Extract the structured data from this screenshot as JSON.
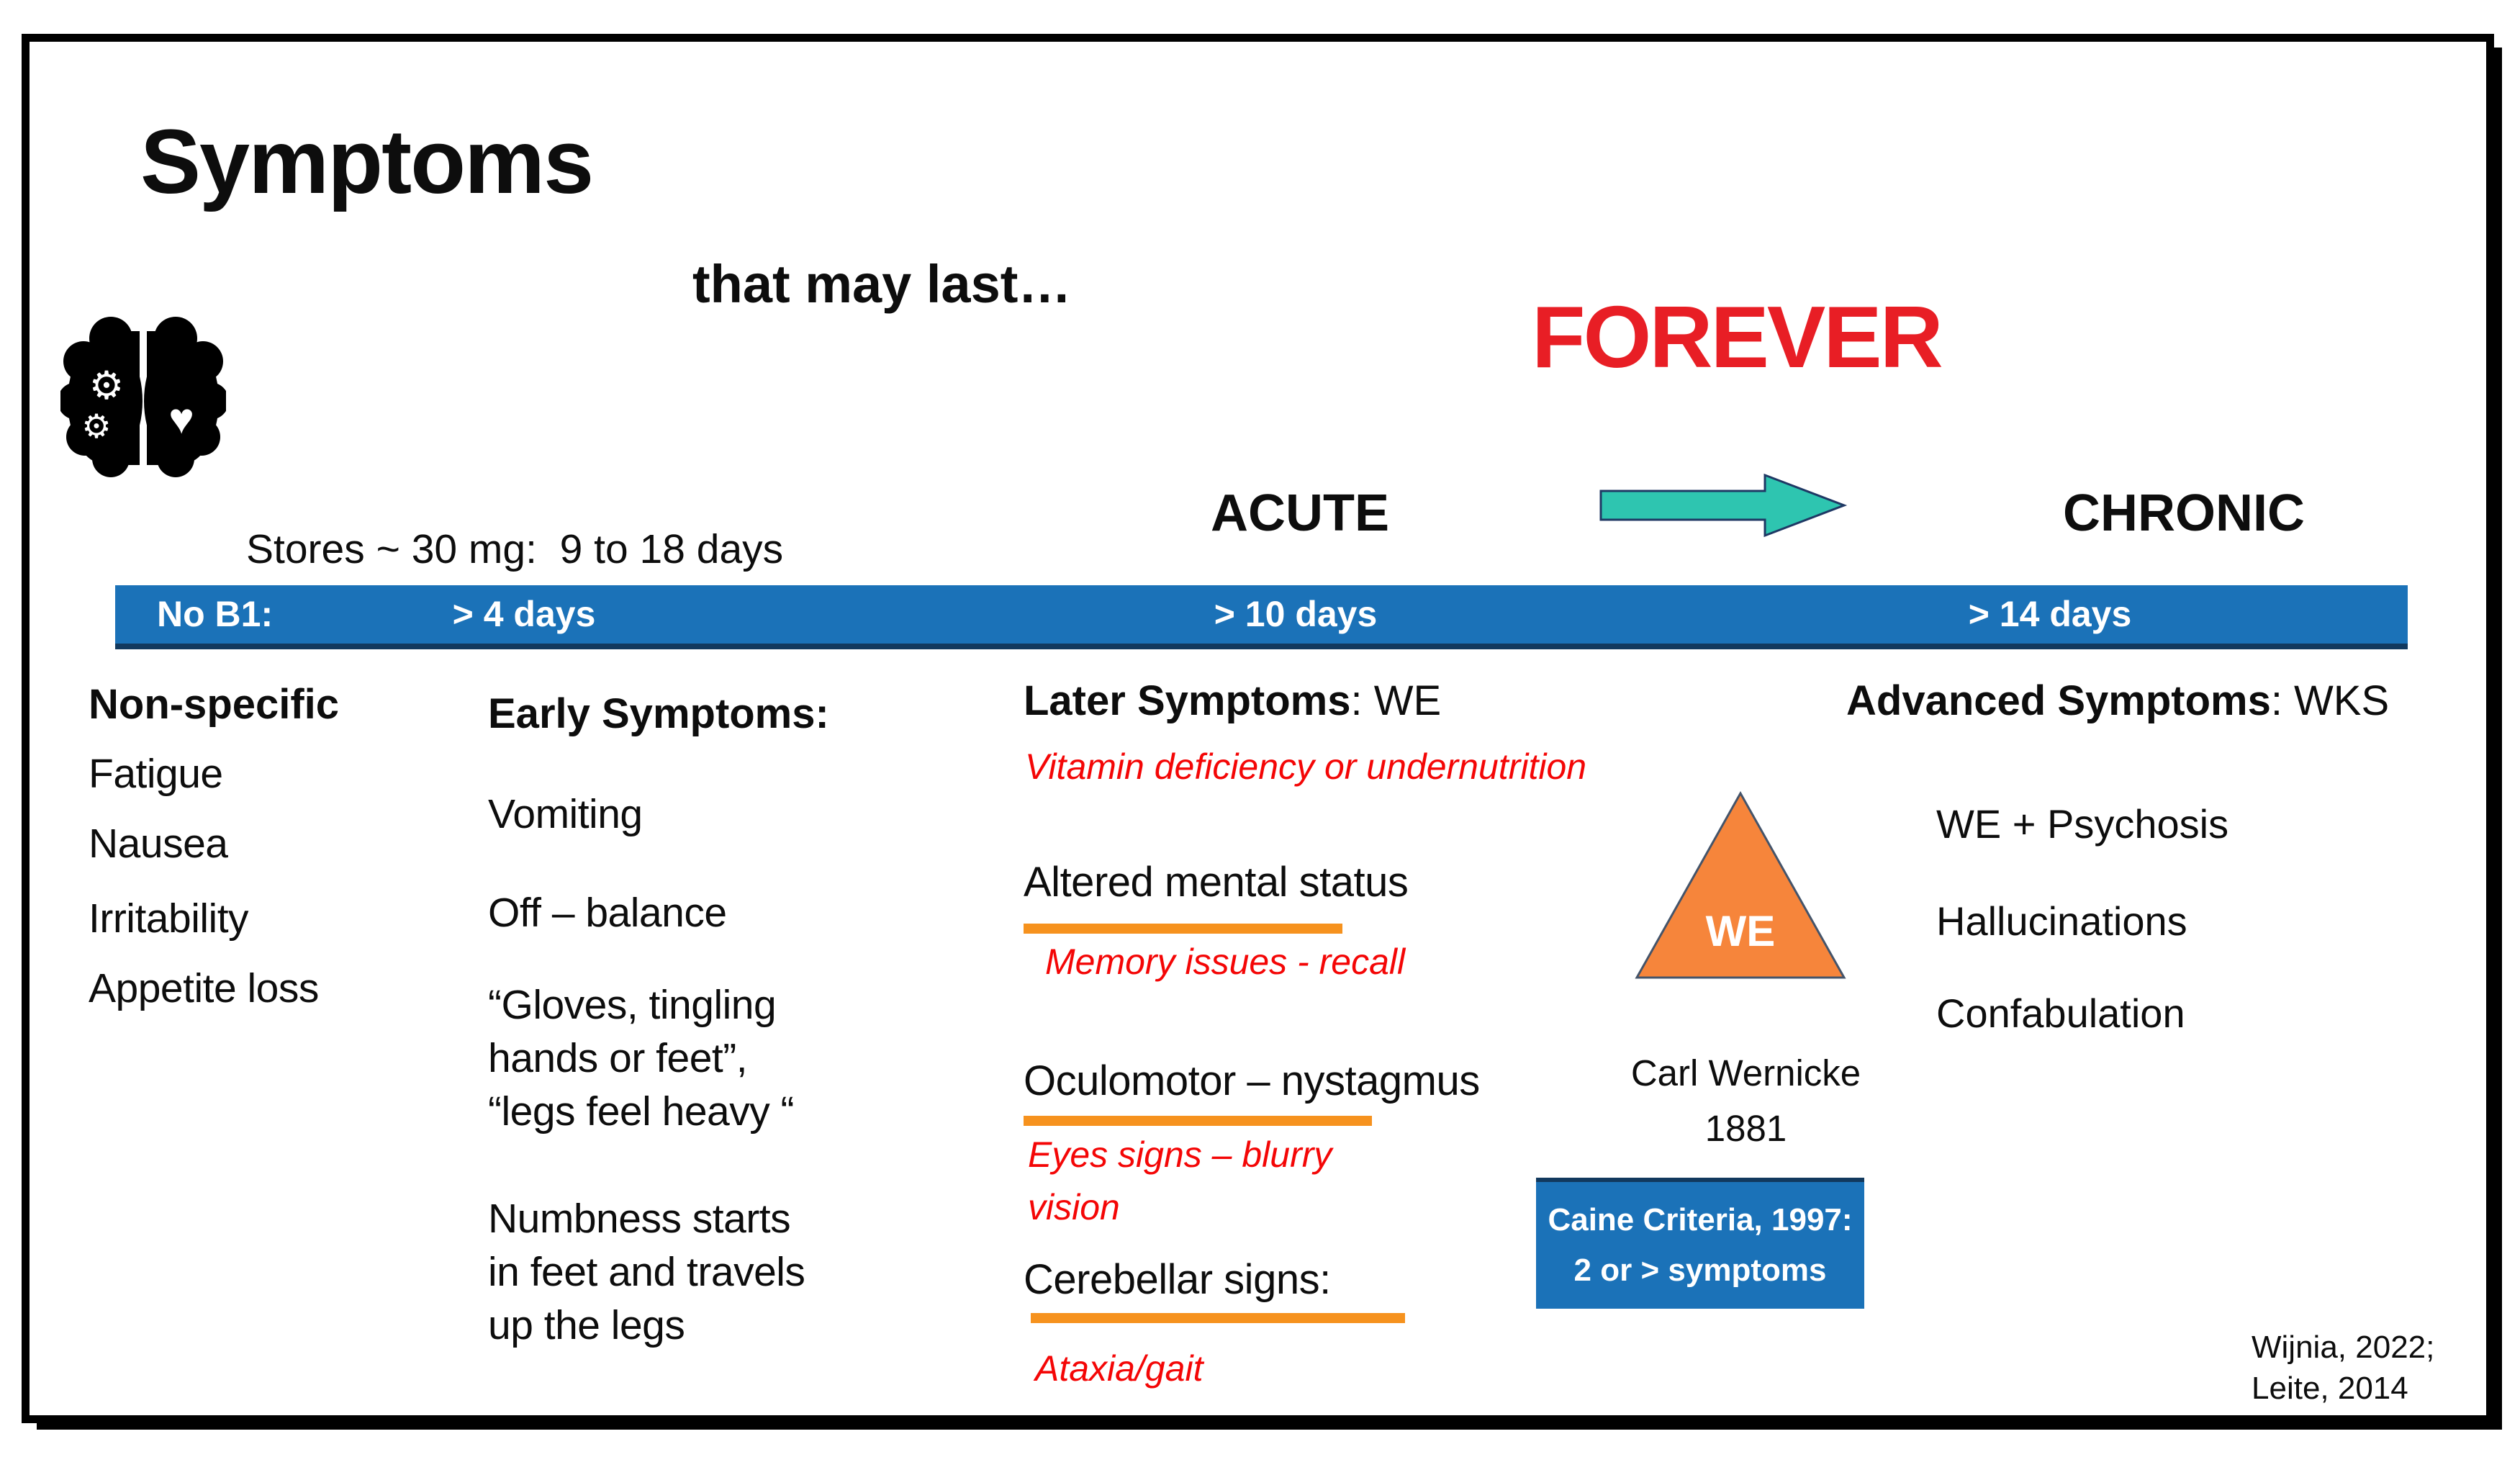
{
  "colors": {
    "bar_blue": "#1B72B8",
    "navy_edge": "#12395E",
    "arrow_teal": "#2EC5B0",
    "triangle_orange": "#F6853B",
    "underline_orange": "#F6921E",
    "forever_red": "#E81E25",
    "note_red": "#F40606"
  },
  "icons": {
    "gear": "⚙",
    "heart": "♥"
  },
  "header": {
    "title": "Symptoms",
    "subtitle": "that may last…",
    "forever": "FOREVER"
  },
  "timeline": {
    "stores_note": "Stores ~ 30 mg:  9 to 18 days",
    "acute": "ACUTE",
    "chronic": "CHRONIC",
    "bar_label": "No B1:",
    "milestones": [
      "> 4 days",
      "> 10 days",
      "> 14 days"
    ]
  },
  "non_specific": {
    "header": "Non-specific",
    "items": [
      "Fatigue",
      "Nausea",
      "Irritability",
      "Appetite loss"
    ]
  },
  "early": {
    "header": "Early Symptoms:",
    "item1": "Vomiting",
    "item2": "Off – balance",
    "item3_lines": [
      "“Gloves, tingling",
      "hands or feet”,",
      "“legs feel heavy “"
    ],
    "item4_lines": [
      "Numbness starts",
      "in feet and travels",
      "up the legs"
    ]
  },
  "later": {
    "header_bold": "Later Symptoms",
    "header_rest": ": WE",
    "cause": "Vitamin deficiency or undernutrition",
    "sign1": "Altered mental status",
    "sign1_note": "Memory issues - recall",
    "sign2": "Oculomotor – nystagmus",
    "sign2_note_lines": [
      "Eyes signs – blurry",
      "vision"
    ],
    "sign3": "Cerebellar signs:",
    "sign3_note": "Ataxia/gait"
  },
  "advanced": {
    "header_bold": "Advanced Symptoms",
    "header_rest": ": WKS",
    "items": [
      "WE + Psychosis",
      "Hallucinations",
      "Confabulation"
    ]
  },
  "wernicke": {
    "triangle_label": "WE",
    "name": "Carl Wernicke",
    "year": "1881"
  },
  "caine": {
    "line1": "Caine Criteria, 1997:",
    "line2": "2 or > symptoms"
  },
  "citation": {
    "line1": "Wijnia, 2022;",
    "line2": "Leite, 2014"
  }
}
